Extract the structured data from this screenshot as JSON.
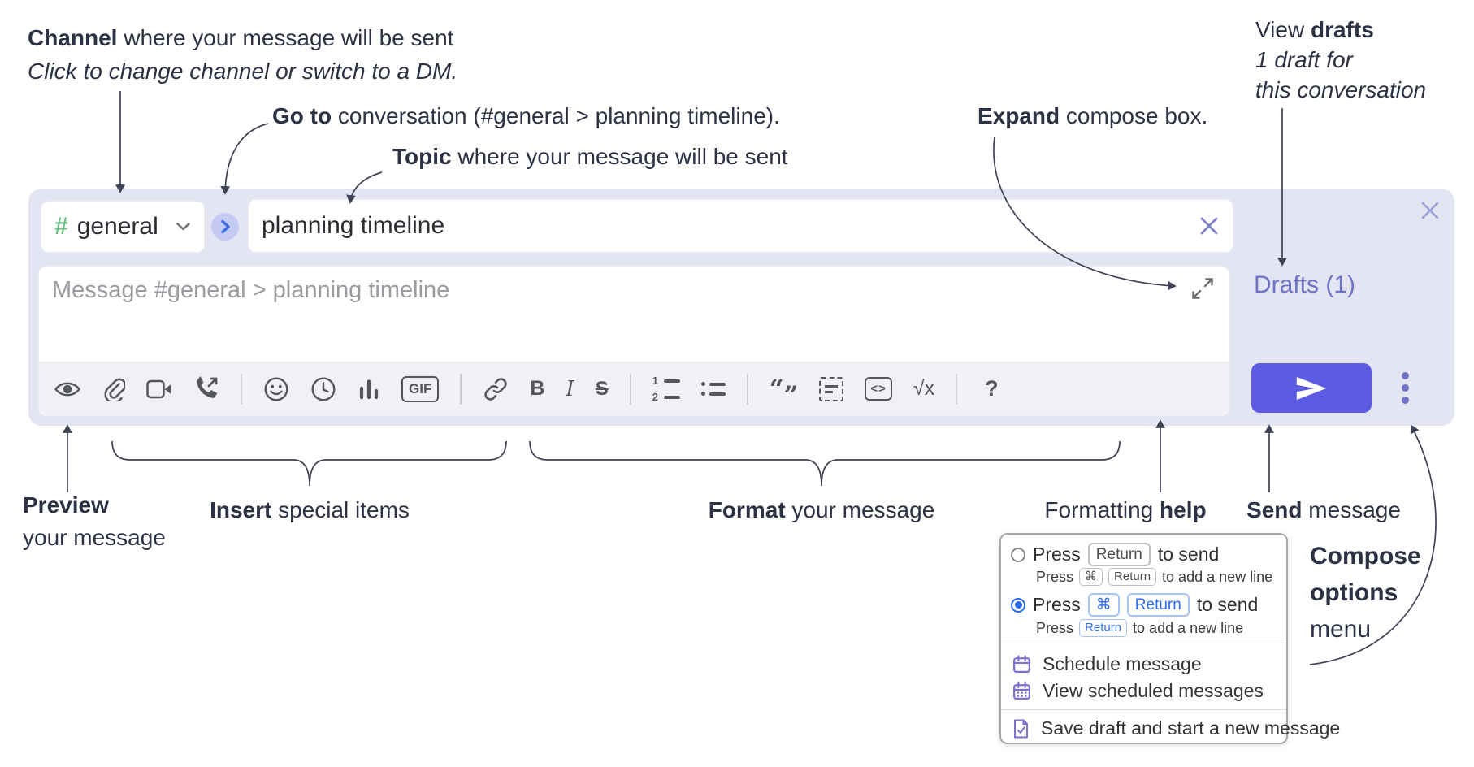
{
  "annotations": {
    "channel": {
      "bold": "Channel",
      "rest": " where your message will be sent",
      "sub": "Click to change channel or switch to a DM."
    },
    "go_to": {
      "bold": "Go to",
      "rest": " conversation (#general > planning timeline)."
    },
    "topic": {
      "bold": "Topic",
      "rest": " where your message will be sent"
    },
    "expand": {
      "bold": "Expand",
      "rest": " compose box."
    },
    "view_drafts": {
      "pre": "View ",
      "bold": "drafts",
      "line2": "1 draft for",
      "line3": "this conversation"
    },
    "preview": {
      "bold": "Preview",
      "line2": "your message"
    },
    "insert": {
      "bold": "Insert",
      "rest": " special items"
    },
    "format": {
      "bold": "Format",
      "rest": " your message"
    },
    "formatting_help": {
      "pre": "Formatting ",
      "bold": "help"
    },
    "send": {
      "bold": "Send",
      "rest": " message"
    },
    "compose_options": {
      "line1": "Compose",
      "line2": "options",
      "line3": "menu"
    }
  },
  "compose_box": {
    "channel_selector": {
      "hash": "#",
      "name": "general"
    },
    "topic_input": {
      "value": "planning timeline"
    },
    "message_input": {
      "placeholder": "Message #general > planning timeline"
    },
    "drafts_link": "Drafts (1)",
    "toolbar_labels": {
      "gif": "GIF",
      "bold": "B",
      "italic": "I",
      "strikethrough": "S",
      "quote_open": "“",
      "quote_close": "”",
      "code": "<>",
      "math": "√x",
      "help": "?",
      "ol1": "1",
      "ol2": "2"
    },
    "toolbar_icons": [
      "preview-eye",
      "attach-file",
      "video-call",
      "voice-call",
      "emoji",
      "schedule-clock",
      "poll",
      "gif",
      "link",
      "bold",
      "italic",
      "strikethrough",
      "numbered-list",
      "bulleted-list",
      "quote",
      "spoiler",
      "code",
      "math",
      "help"
    ]
  },
  "send_options_menu": {
    "option_enter": {
      "press": "Press",
      "key1": "Return",
      "suffix": "to send",
      "sub_press": "Press",
      "sub_key1": "⌘",
      "sub_key2": "Return",
      "sub_suffix": "to add a new line"
    },
    "option_cmd_enter": {
      "press": "Press",
      "key1": "⌘",
      "key2": "Return",
      "suffix": "to send",
      "sub_press": "Press",
      "sub_key1": "Return",
      "sub_suffix": "to add a new line"
    },
    "items": {
      "schedule": "Schedule message",
      "view_scheduled": "View scheduled messages",
      "save_draft": "Save draft and start a new message"
    }
  },
  "colors": {
    "compose_bg": "#e3e5f3",
    "send_button": "#5b5ce1",
    "drafts_link": "#6e73c4",
    "radio_selected": "#2b6cf0",
    "menu_icon": "#7e70d2",
    "hash_green": "#6cbf84",
    "goto_circle": "#c5caf5",
    "goto_arrow": "#3f6ce0"
  }
}
